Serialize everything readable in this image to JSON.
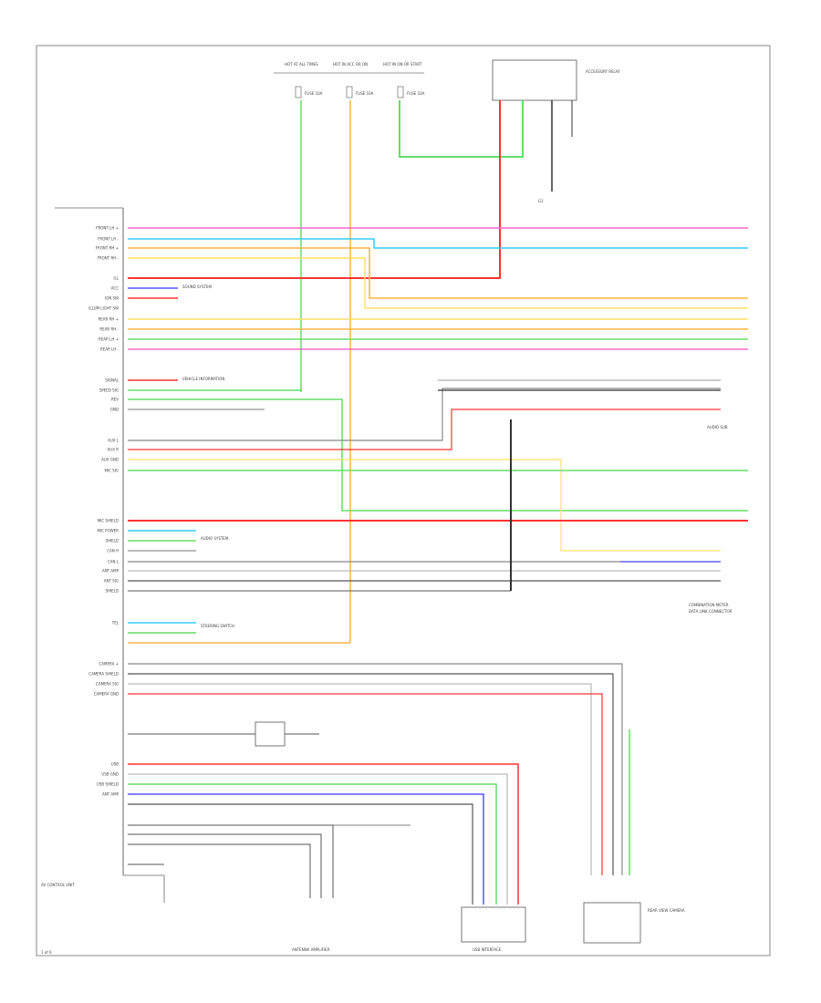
{
  "diagram": {
    "page_label": "1 of 6",
    "top_fuses": [
      {
        "label": "HOT AT ALL TIMES",
        "fuse": "FUSE 10A"
      },
      {
        "label": "HOT IN ACC OR ON",
        "fuse": "FUSE 10A"
      },
      {
        "label": "HOT IN ON OR START",
        "fuse": "FUSE 10A"
      }
    ],
    "top_relay_label": "ACCESSORY RELAY",
    "ground_label": "G1",
    "left_connector_pins": [
      "FRONT LH +",
      "FRONT LH -",
      "FRONT RH +",
      "FRONT RH -",
      "ILL",
      "ACC",
      "IGN SW",
      "ILLUM LIGHT SW",
      "REAR RH +",
      "REAR RH -",
      "REAR LH +",
      "REAR LH -",
      "SIGNAL",
      "SPEED SIG",
      "REV",
      "GND",
      "AUX L",
      "AUX R",
      "AUX GND",
      "MIC SIG",
      "MIC SHIELD",
      "MIC POWER",
      "SHIELD",
      "CAN H",
      "CAN L",
      "ANT AMP",
      "ANT SIG",
      "SHIELD",
      "TEL",
      "CAMERA +",
      "CAMERA SHIELD",
      "CAMERA SIG",
      "CAMERA GND",
      "USB",
      "USB GND",
      "USB SHIELD",
      "ANT AMP"
    ],
    "right_labels": [
      "AUDIO SUB",
      "COMBINATION METER",
      "DATA LINK CONNECTOR"
    ],
    "bottom_modules": [
      {
        "name": "AV CONTROL UNIT"
      },
      {
        "name": "ANTENNA AMPLIFIER"
      },
      {
        "name": "USB INTERFACE"
      },
      {
        "name": "REAR VIEW CAMERA"
      }
    ],
    "side_notes": [
      "SOUND SYSTEM",
      "VEHICLE INFORMATION",
      "AUDIO SYSTEM",
      "STEERING SWITCH"
    ]
  },
  "colors": {
    "pink": "#ff66cc",
    "cyan": "#33ccff",
    "red": "#ff3333",
    "green": "#66dd66",
    "yellow": "#ffe066",
    "orange": "#ffb347",
    "gray": "#888888",
    "blue": "#5555ff",
    "black": "#333333",
    "frame": "#888888"
  }
}
